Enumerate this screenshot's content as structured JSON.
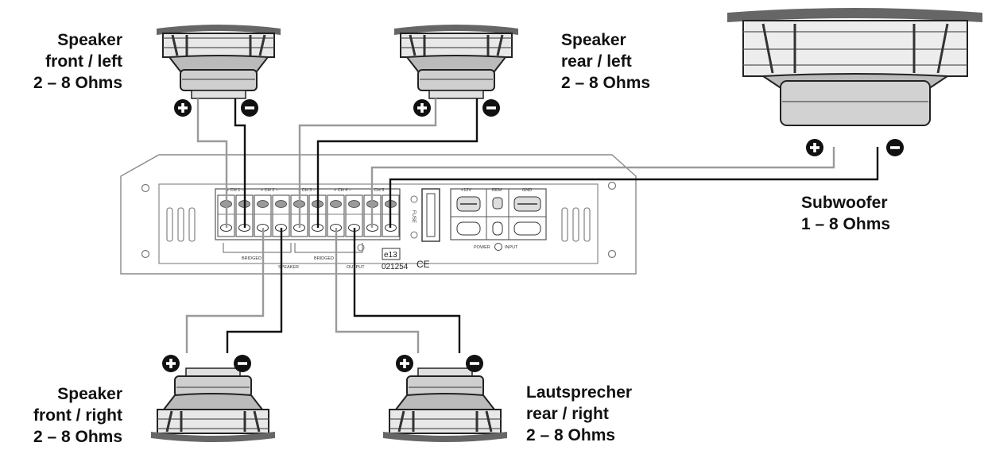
{
  "speakers": {
    "front_left": {
      "line1": "Speaker",
      "line2": "front / left",
      "line3": "2 – 8 Ohms"
    },
    "rear_left": {
      "line1": "Speaker",
      "line2": "rear / left",
      "line3": "2 – 8 Ohms"
    },
    "subwoofer": {
      "line1": "Subwoofer",
      "line2": "1 – 8 Ohms"
    },
    "front_right": {
      "line1": "Speaker",
      "line2": "front / right",
      "line3": "2 – 8 Ohms"
    },
    "rear_right": {
      "line1": "Lautsprecher",
      "line2": "rear / right",
      "line3": "2 – 8 Ohms"
    }
  },
  "terminals": {
    "plus": "+",
    "minus": "−"
  },
  "amplifier": {
    "channels": [
      "+ CH 1 −",
      "+ CH 2 −",
      "+ CH 3 −",
      "+ CH 4 −",
      "+ CH 5"
    ],
    "bridged": [
      "BRIDGED",
      "BRIDGED"
    ],
    "speaker_label": "SPEAKER",
    "output_label": "OUTPUT",
    "fuse": "FUSE",
    "power_labels": [
      "+12V",
      "REM",
      "GND"
    ],
    "power_input": "POWER",
    "input_label": "INPUT",
    "cert_code": "e13",
    "cert_number": "021254",
    "ce_mark": "CE"
  },
  "colors": {
    "plus_wire": "#9a9a9a",
    "minus_wire": "#111111",
    "amp_outline": "#8a8a8a"
  }
}
